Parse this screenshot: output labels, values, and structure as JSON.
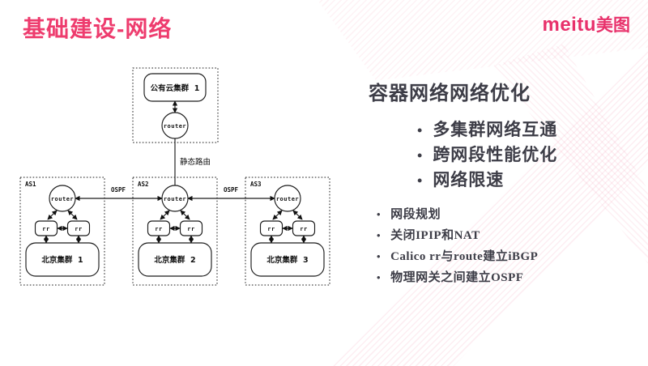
{
  "slide": {
    "title": "基础建设-网络",
    "logo": {
      "latin": "meitu",
      "cjk": "美图"
    },
    "accent_color": "#ee3c6e",
    "text_color": "#3d3d47"
  },
  "right_panel": {
    "heading": "容器网络网络优化",
    "primary_bullets": [
      "多集群网络互通",
      "跨网段性能优化",
      "网络限速"
    ],
    "secondary_bullets": [
      "网段规划",
      "关闭IPIP和NAT",
      "Calico rr与route建立iBGP",
      "物理网关之间建立OSPF"
    ]
  },
  "diagram": {
    "cloud": {
      "cluster_label": "公有云集群  1",
      "router_label": "router"
    },
    "static_route_label": "静态路由",
    "ospf_labels": [
      "OSPF",
      "OSPF"
    ],
    "as_groups": [
      {
        "name": "AS1",
        "router_label": "router",
        "rr_labels": [
          "rr",
          "rr"
        ],
        "cluster_label": "北京集群  1"
      },
      {
        "name": "AS2",
        "router_label": "router",
        "rr_labels": [
          "rr",
          "rr"
        ],
        "cluster_label": "北京集群  2"
      },
      {
        "name": "AS3",
        "router_label": "router",
        "rr_labels": [
          "rr",
          "rr"
        ],
        "cluster_label": "北京集群  3"
      }
    ]
  }
}
